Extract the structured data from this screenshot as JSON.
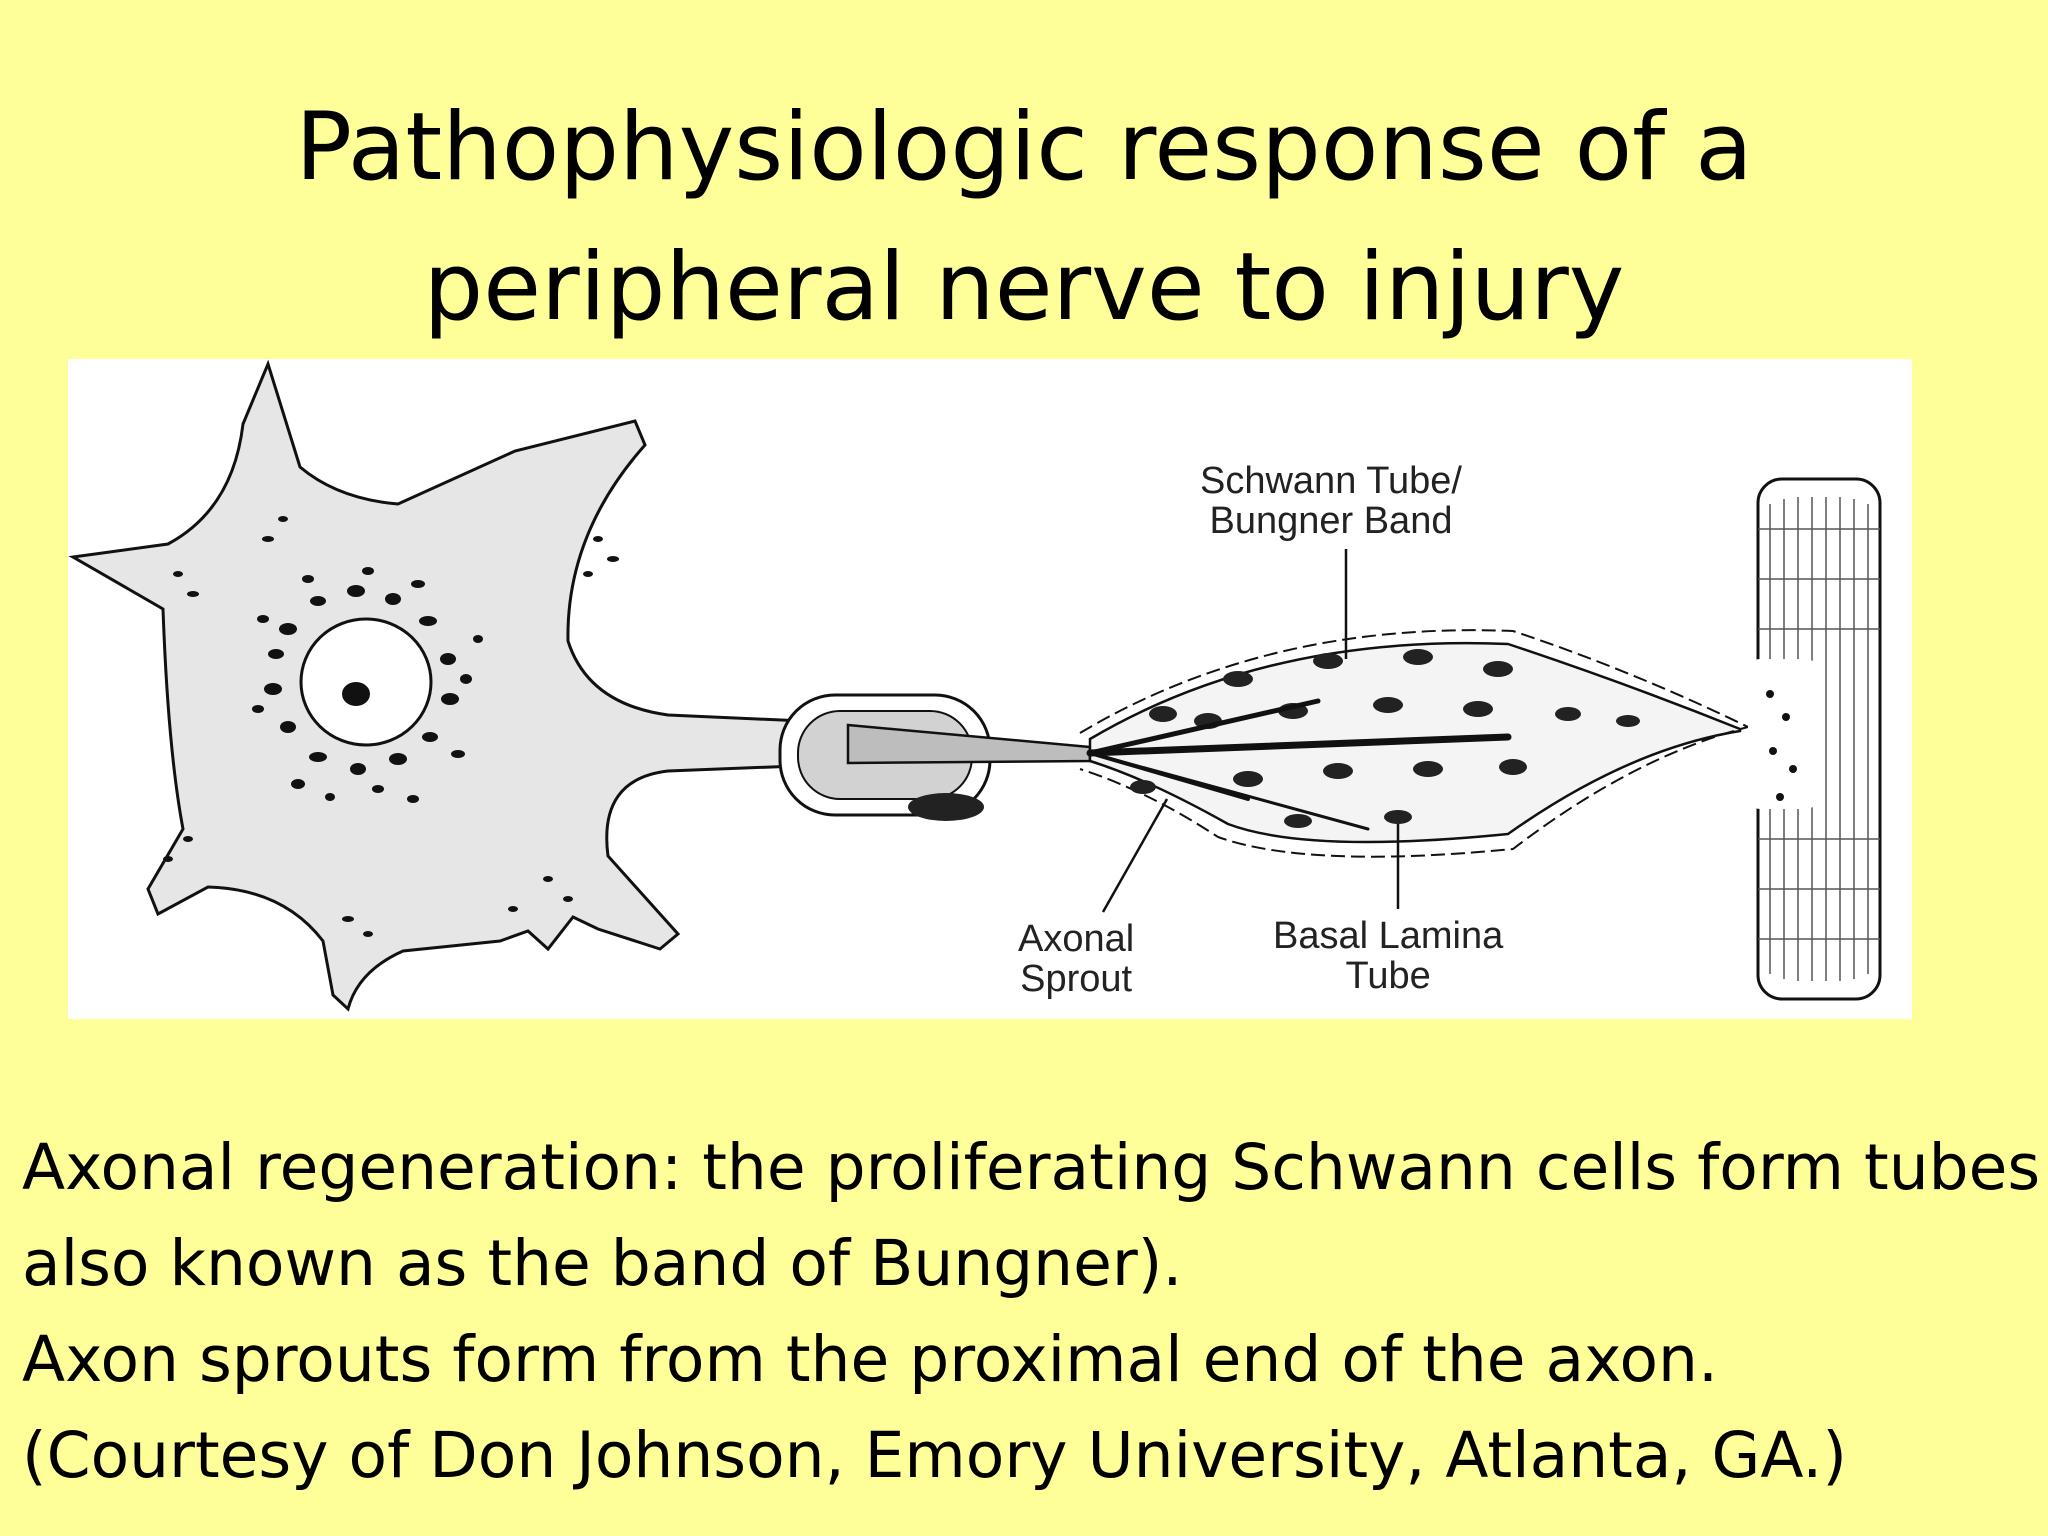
{
  "slide": {
    "title_lines": [
      "Pathophysiologic response of a",
      "peripheral nerve to injury"
    ]
  },
  "diagram": {
    "labels": {
      "schwann_tube": [
        "Schwann Tube/",
        "Bungner Band"
      ],
      "axonal_sprout": [
        "Axonal",
        "Sprout"
      ],
      "basal_lamina": [
        "Basal Lamina",
        "Tube"
      ]
    }
  },
  "caption": {
    "lines": [
      "Axonal regeneration: the proliferating Schwann cells form  tubes",
      "also known as the band of Bungner).",
      " Axon sprouts  form from the proximal end of the axon.",
      "(Courtesy of Don Johnson, Emory University, Atlanta, GA.)"
    ]
  },
  "colors": {
    "background": "#ffff99",
    "figure_background": "#ffffff",
    "cell_fill": "#e6e6e6",
    "ink": "#111111"
  }
}
